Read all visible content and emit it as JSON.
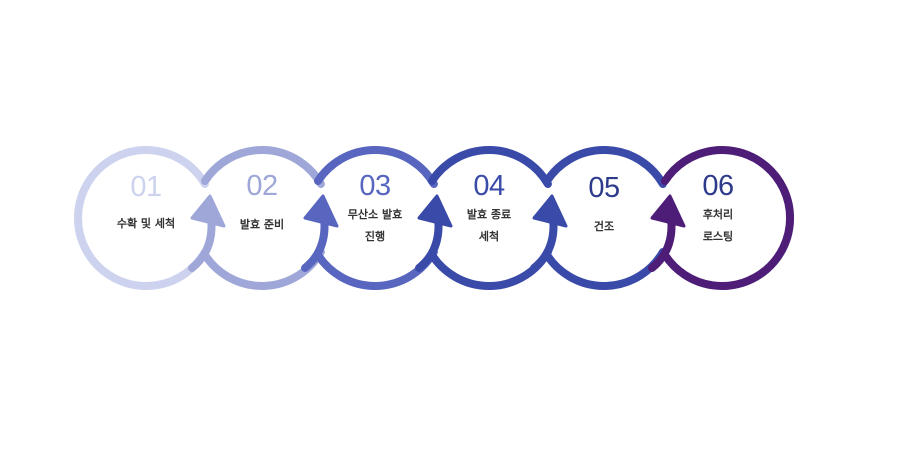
{
  "diagram": {
    "type": "process-cycle-flow",
    "steps": [
      {
        "number": "01",
        "label_line1": "수확 및 세척",
        "label_line2": "",
        "ring_color": "#cdd3ef",
        "number_color": "#cdd3ef"
      },
      {
        "number": "02",
        "label_line1": "발효 준비",
        "label_line2": "",
        "ring_color": "#9ea7d8",
        "number_color": "#9ea7d8"
      },
      {
        "number": "03",
        "label_line1": "무산소 발효",
        "label_line2": "진행",
        "ring_color": "#5866bf",
        "number_color": "#5866bf"
      },
      {
        "number": "04",
        "label_line1": "발효 종료",
        "label_line2": "세척",
        "ring_color": "#3a4aa8",
        "number_color": "#3a4aa8"
      },
      {
        "number": "05",
        "label_line1": "건조",
        "label_line2": "",
        "ring_color": "#3a4aa8",
        "number_color": "#2e3b8c"
      },
      {
        "number": "06",
        "label_line1": "후처리",
        "label_line2": "로스팅",
        "ring_color": "#4e1d78",
        "number_color": "#2e3b8c"
      }
    ]
  }
}
